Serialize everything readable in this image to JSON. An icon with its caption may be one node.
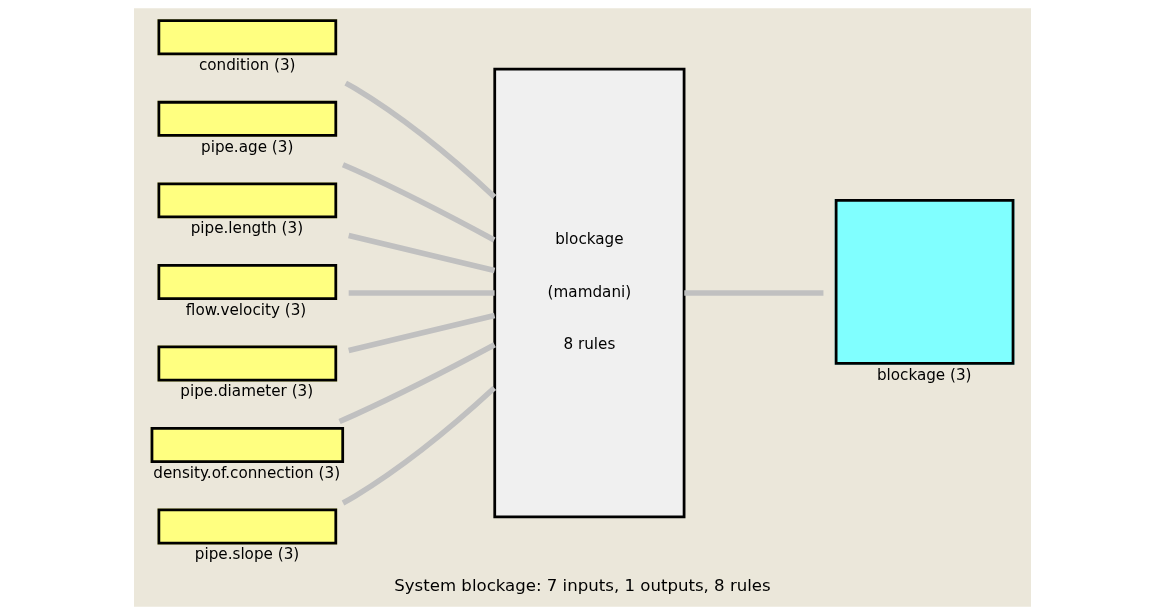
{
  "diagram": {
    "caption": "System blockage: 7 inputs, 1 outputs, 8 rules",
    "nodes": [
      {
        "text": [
          "condition (3)"
        ]
      },
      {
        "text": [
          "pipe.age (3)"
        ]
      },
      {
        "text": [
          "pipe.length (3)"
        ]
      },
      {
        "text": [
          "flow.velocity (3)"
        ]
      },
      {
        "text": [
          "pipe.diameter (3)"
        ]
      },
      {
        "text": [
          "density.of.connection (3)"
        ]
      },
      {
        "text": [
          "pipe.slope (3)"
        ]
      },
      {
        "text": [
          "blockage",
          "(mamdani)",
          "8 rules"
        ]
      },
      {
        "text": [
          "blockage (3)"
        ]
      }
    ],
    "edges": [
      {
        "from": 0,
        "to": 7,
        "arrow": "none"
      },
      {
        "from": 1,
        "to": 7,
        "arrow": "none"
      },
      {
        "from": 2,
        "to": 7,
        "arrow": "none"
      },
      {
        "from": 3,
        "to": 7,
        "arrow": "none"
      },
      {
        "from": 4,
        "to": 7,
        "arrow": "none"
      },
      {
        "from": 5,
        "to": 7,
        "arrow": "none"
      },
      {
        "from": 6,
        "to": 7,
        "arrow": "none"
      },
      {
        "from": 7,
        "to": 8,
        "arrow": "none"
      }
    ]
  }
}
